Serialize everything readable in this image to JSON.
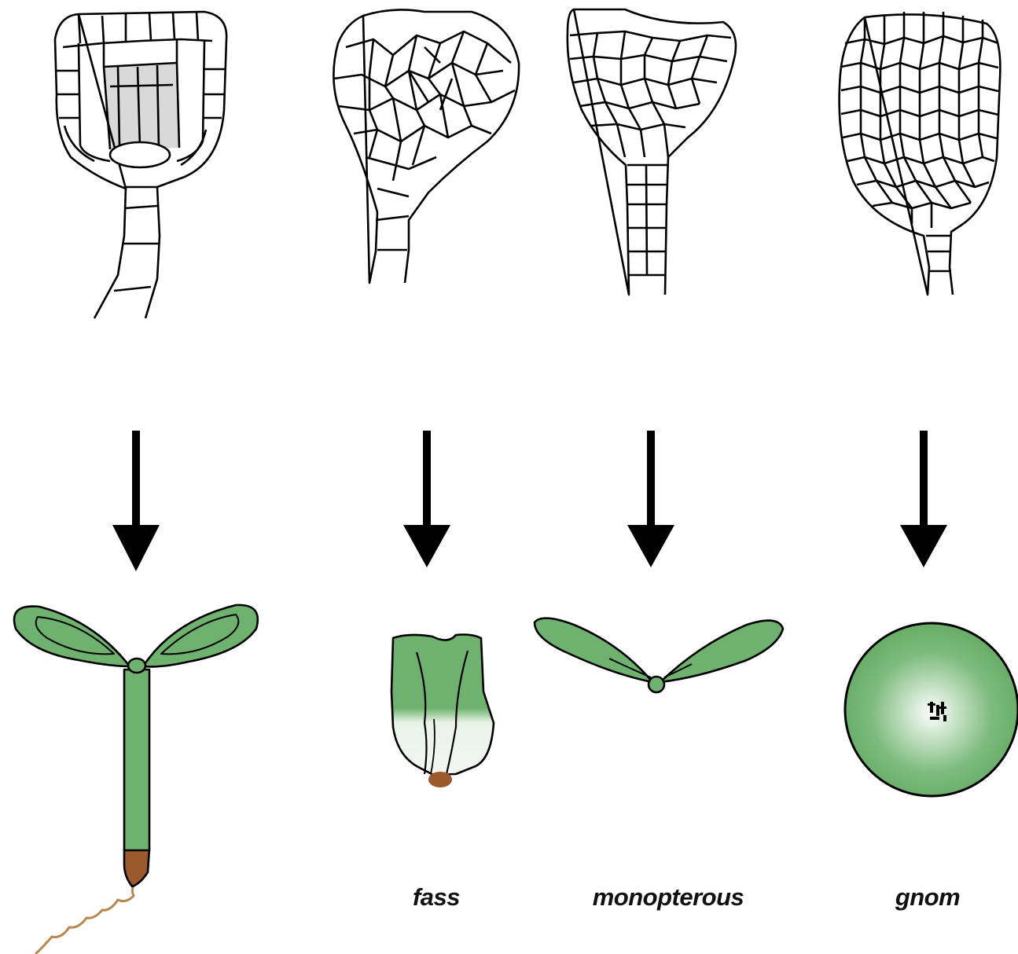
{
  "labels": {
    "fass": "fass",
    "monopterous": "monopterous",
    "gnom": "gnom"
  },
  "colors": {
    "seedling_green": "#6fb26f",
    "root_brown": "#9c5a2c",
    "root_hair": "#b88850",
    "provascular_gray": "#d9d9d9",
    "outline": "#000000"
  }
}
